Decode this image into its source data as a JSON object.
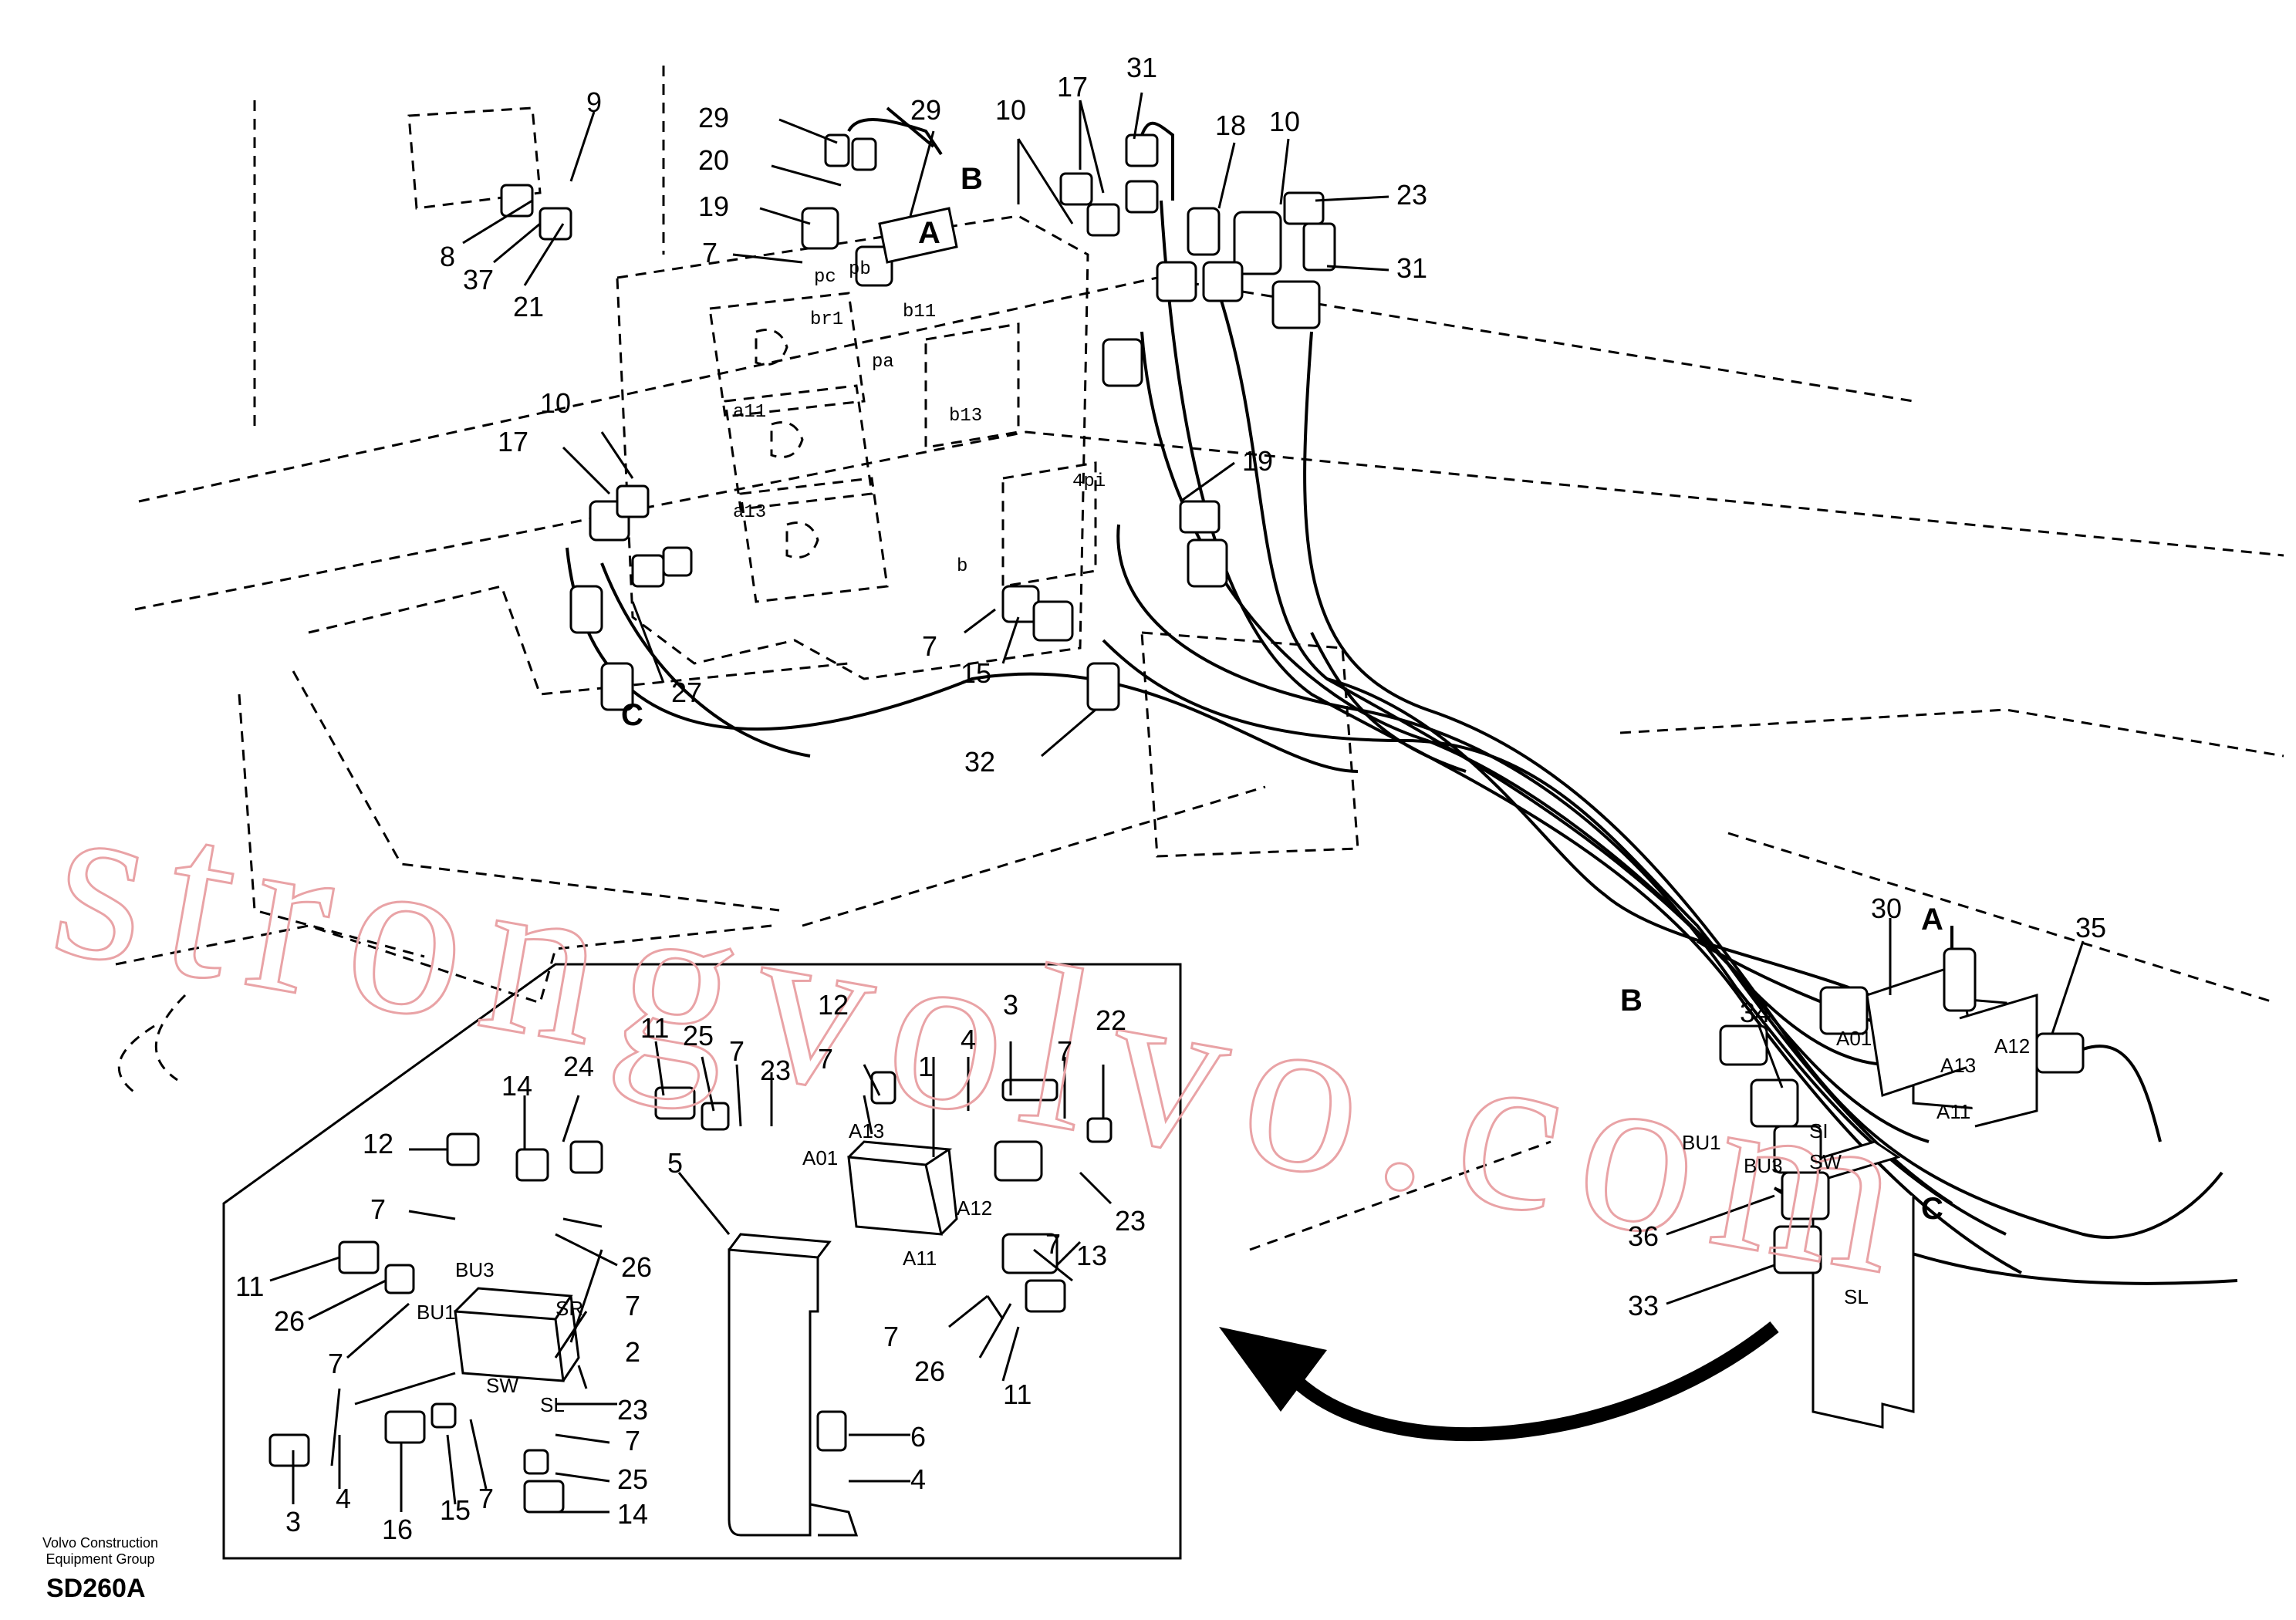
{
  "callouts": {
    "c9": "9",
    "c29a": "29",
    "c29b": "29",
    "c20": "20",
    "c19a": "19",
    "c7a": "7",
    "c8": "8",
    "c37": "37",
    "c21": "21",
    "c10a": "10",
    "c17a": "17",
    "c31a": "31",
    "c18": "18",
    "c10b": "10",
    "c23a": "23",
    "c31b": "31",
    "c10c": "10",
    "c17b": "17",
    "c27": "27",
    "c19b": "19",
    "c7b": "7",
    "c15a": "15",
    "c32": "32",
    "c30": "30",
    "c35": "35",
    "c34": "34",
    "c36": "36",
    "c33": "33",
    "c11a": "11",
    "c25a": "25",
    "c7c": "7",
    "c23b": "23",
    "c12a": "12",
    "c7d": "7",
    "c4a": "4",
    "c3a": "3",
    "c7e": "7",
    "c22": "22",
    "c1": "1",
    "c24": "24",
    "c14a": "14",
    "c12b": "12",
    "c7f": "7",
    "c5": "5",
    "c26a": "26",
    "c11b": "11",
    "c26b": "26",
    "c7g": "7",
    "c7h": "7",
    "c2": "2",
    "c23c": "23",
    "c13": "13",
    "c7i": "7",
    "c7j": "7",
    "c26c": "26",
    "c11c": "11",
    "c3b": "3",
    "c4b": "4",
    "c16": "16",
    "c15b": "15",
    "c7k": "7",
    "c23d": "23",
    "c7l": "7",
    "c25b": "25",
    "c14b": "14",
    "c6": "6",
    "c4c": "4"
  },
  "ports": {
    "pc": "pc",
    "pb": "pb",
    "br1": "br1",
    "b11": "b11",
    "pa": "pa",
    "b13": "b13",
    "a11": "a11",
    "a13": "a13",
    "pi4": "4pi",
    "b": "b",
    "A01": "A01",
    "A13": "A13",
    "A12": "A12",
    "A11": "A11",
    "BU3": "BU3",
    "BU1": "BU1",
    "SR": "SR",
    "SW": "SW",
    "SL": "SL",
    "A01r": "A01",
    "A13r": "A13",
    "A12r": "A12",
    "A11r": "A11",
    "BU1r": "BU1",
    "BU3r": "BU3",
    "SIr": "SI",
    "SWr": "SW",
    "SLr": "SL"
  },
  "letters": {
    "B1": "B",
    "A1": "A",
    "C1": "C",
    "A2": "A",
    "B2": "B",
    "C2": "C"
  },
  "watermark": "strongvolvo.com",
  "footer": {
    "credit_line1": "Volvo Construction",
    "credit_line2": "Equipment Group",
    "drawing_code": "SD260A"
  }
}
